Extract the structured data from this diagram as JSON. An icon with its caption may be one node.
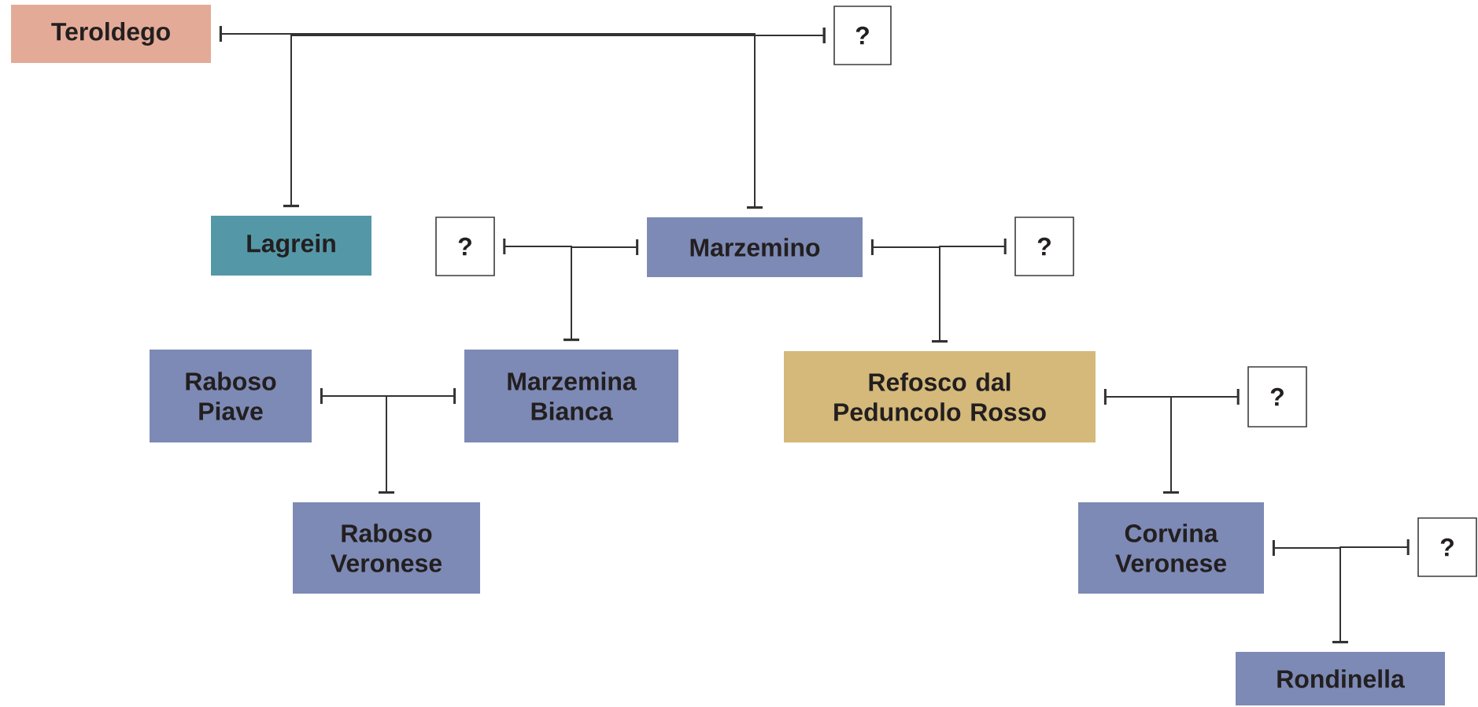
{
  "diagram": {
    "nodes": [
      {
        "text": [
          "Teroldego"
        ]
      },
      {
        "text": [
          "?"
        ]
      },
      {
        "text": [
          "Lagrein"
        ]
      },
      {
        "text": [
          "?"
        ]
      },
      {
        "text": [
          "Marzemino"
        ]
      },
      {
        "text": [
          "?"
        ]
      },
      {
        "text": [
          "Raboso Piave"
        ]
      },
      {
        "text": [
          "Marzemina Bianca"
        ]
      },
      {
        "text": [
          "Refosco dal Peduncolo Rosso"
        ]
      },
      {
        "text": [
          "?"
        ]
      },
      {
        "text": [
          "Raboso Veronese"
        ]
      },
      {
        "text": [
          "Corvina Veronese"
        ]
      },
      {
        "text": [
          "?"
        ]
      },
      {
        "text": [
          "Rondinella"
        ]
      }
    ],
    "edges": [
      {
        "from": 0,
        "to": 2,
        "arrow": "other"
      },
      {
        "from": 1,
        "to": 2,
        "arrow": "other"
      },
      {
        "from": 0,
        "to": 4,
        "arrow": "other"
      },
      {
        "from": 1,
        "to": 4,
        "arrow": "other"
      },
      {
        "from": 3,
        "to": 7,
        "arrow": "other"
      },
      {
        "from": 4,
        "to": 7,
        "arrow": "other"
      },
      {
        "from": 4,
        "to": 8,
        "arrow": "other"
      },
      {
        "from": 5,
        "to": 8,
        "arrow": "other"
      },
      {
        "from": 6,
        "to": 10,
        "arrow": "other"
      },
      {
        "from": 7,
        "to": 10,
        "arrow": "other"
      },
      {
        "from": 8,
        "to": 11,
        "arrow": "other"
      },
      {
        "from": 9,
        "to": 11,
        "arrow": "other"
      },
      {
        "from": 11,
        "to": 13,
        "arrow": "other"
      },
      {
        "from": 12,
        "to": 13,
        "arrow": "other"
      }
    ]
  }
}
